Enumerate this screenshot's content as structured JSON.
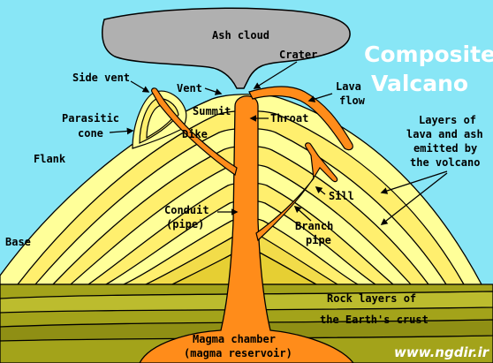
{
  "diagram": {
    "title_line1": "Composite",
    "title_line2": "Valcano",
    "labels": {
      "ash_cloud": "Ash cloud",
      "crater": "Crater",
      "side_vent": "Side vent",
      "vent": "Vent",
      "summit": "Summit",
      "lava_flow_1": "Lava",
      "lava_flow_2": "flow",
      "throat": "Throat",
      "parasitic_1": "Parasitic",
      "parasitic_2": "cone",
      "dike": "Dike",
      "layers_1": "Layers of",
      "layers_2": "lava and ash",
      "layers_3": "emitted by",
      "layers_4": "the volcano",
      "flank": "Flank",
      "sill": "Sill",
      "conduit_1": "Conduit",
      "conduit_2": "(pipe)",
      "branch_1": "Branch",
      "branch_2": "pipe",
      "base": "Base",
      "rock_1": "Rock layers of",
      "rock_2": "the Earth's crust",
      "magma_1": "Magma chamber",
      "magma_2": "(magma reservoir)"
    },
    "watermark": "www.ngdir.ir",
    "colors": {
      "sky": "#88e6f6",
      "ash": "#b0b0b0",
      "magma": "#ff8c1a",
      "layer_light": "#ffff99",
      "layer_dark": "#e6cf33",
      "ground": "#a3a31a",
      "ground_dark": "#7a7a10"
    }
  }
}
